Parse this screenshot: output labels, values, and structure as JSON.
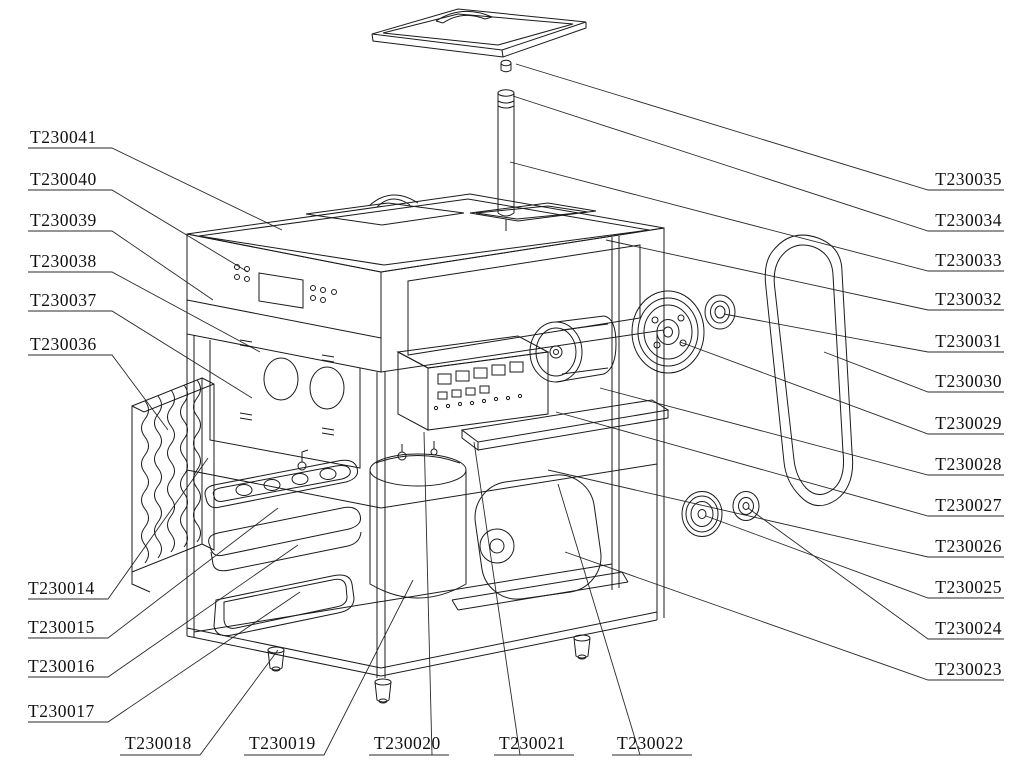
{
  "diagram": {
    "kind": "exploded-parts-diagram",
    "description": "Isometric exploded view of a soft-serve machine with numbered part callouts"
  },
  "colors": {
    "line": "#1b1b1b",
    "leader": "#2a2a2a",
    "background": "#ffffff"
  },
  "labels": {
    "left": [
      {
        "text": "T230041"
      },
      {
        "text": "T230040"
      },
      {
        "text": "T230039"
      },
      {
        "text": "T230038"
      },
      {
        "text": "T230037"
      },
      {
        "text": "T230036"
      },
      {
        "text": "T230014"
      },
      {
        "text": "T230015"
      },
      {
        "text": "T230016"
      },
      {
        "text": "T230017"
      }
    ],
    "bottom": [
      {
        "text": "T230018"
      },
      {
        "text": "T230019"
      },
      {
        "text": "T230020"
      },
      {
        "text": "T230021"
      },
      {
        "text": "T230022"
      }
    ],
    "right": [
      {
        "text": "T230035"
      },
      {
        "text": "T230034"
      },
      {
        "text": "T230033"
      },
      {
        "text": "T230032"
      },
      {
        "text": "T230031"
      },
      {
        "text": "T230030"
      },
      {
        "text": "T230029"
      },
      {
        "text": "T230028"
      },
      {
        "text": "T230027"
      },
      {
        "text": "T230026"
      },
      {
        "text": "T230025"
      },
      {
        "text": "T230024"
      },
      {
        "text": "T230023"
      }
    ]
  }
}
